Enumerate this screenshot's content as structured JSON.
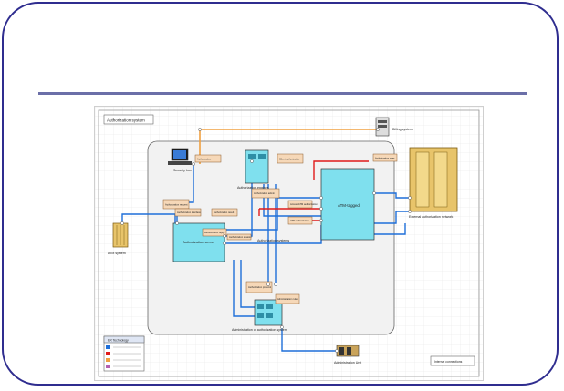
{
  "slide": {
    "title": ""
  },
  "diagram": {
    "frame_title": "Authorization system",
    "billing_system": "Billing system",
    "security_box": "Security box",
    "external_network": "External authorization network",
    "atm_system": "ATM system",
    "atm_tagged": "ATM-tagged",
    "authorization_server": "Authorization server",
    "auth_engines": "Authorization engines",
    "auth_systems": "Authorization systems",
    "admin_of_auth_system": "Administration of authorization system",
    "admin_unit": "Administration Unit",
    "legend_title": "ER Technology",
    "footer_note": "Internal connections",
    "notes": {
      "n1": "Authorization",
      "n2": "Client authorization",
      "n3": "Authorization request",
      "n4": "Authorization interface",
      "n5": "Authorization result",
      "n6": "Authorization reply",
      "n7": "Authorization admin",
      "n8": "Authorization rules",
      "n9": "Access ATM authorization",
      "n10": "ATM authorization",
      "n11": "Authorization session",
      "n12": "Authorization protocol",
      "n13": "Administration rules"
    },
    "legend_items": [
      "",
      "",
      "",
      ""
    ],
    "colors": {
      "network_blue": "#1e6fd9",
      "billing_orange": "#f0a040",
      "alert_red": "#e01b1b",
      "component_cyan": "#7fe0ee",
      "note_fill": "#f6d8b8",
      "server_gold": "#e8c46a",
      "frame_navy": "#2f2d8f"
    }
  }
}
